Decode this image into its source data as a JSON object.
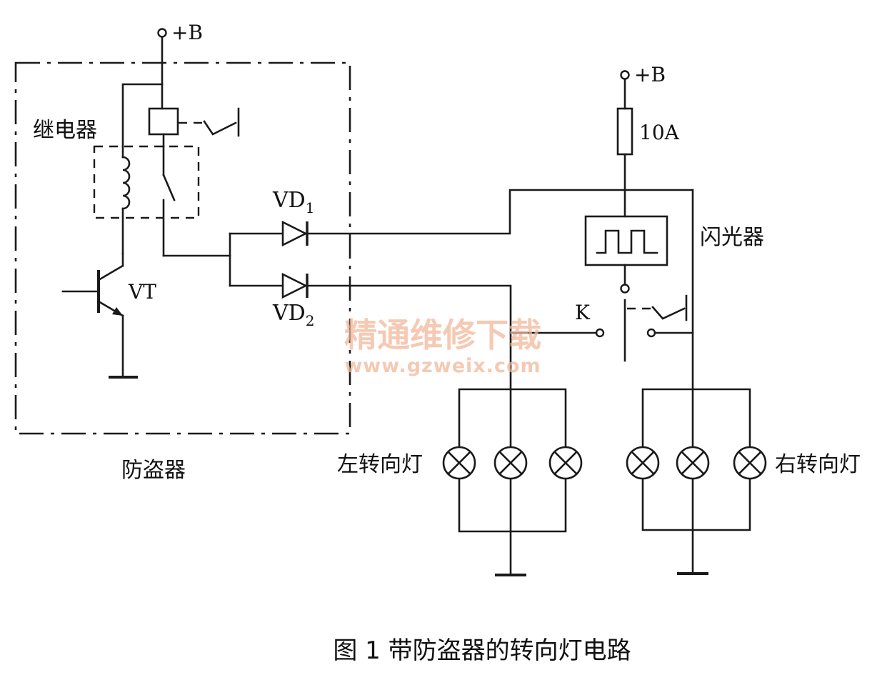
{
  "labels": {
    "supply_top_left": "+B",
    "supply_top_right": "+B",
    "relay": "继电器",
    "transistor": "VT",
    "diode1_base": "VD",
    "diode1_sub": "1",
    "diode2_base": "VD",
    "diode2_sub": "2",
    "fuse": "10A",
    "flasher": "闪光器",
    "switch": "K",
    "anti_theft": "防盗器",
    "left_lamps": "左转向灯",
    "right_lamps": "右转向灯"
  },
  "caption": "图 1  带防盗器的转向灯电路",
  "watermark": {
    "line1": "精通维修下载",
    "line2": "www.gzweix.com"
  }
}
